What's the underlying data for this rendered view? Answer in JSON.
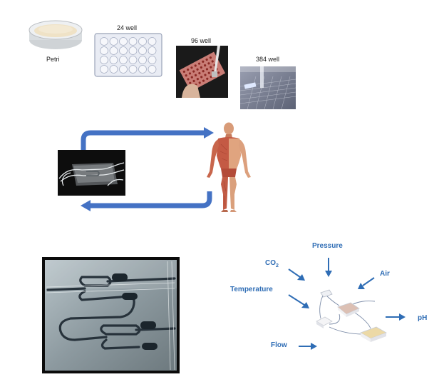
{
  "culture_formats": {
    "petri_label": "Petri",
    "well24_label": "24 well",
    "well96_label": "96 well",
    "well384_label": "384 well"
  },
  "parameters": {
    "pressure": "Pressure",
    "co2_main": "CO",
    "co2_sub": "2",
    "air": "Air",
    "temperature": "Temperature",
    "ph": "pH",
    "flow": "Flow"
  },
  "colors": {
    "arrow_blue": "#4472c4",
    "label_blue": "#2f6db5",
    "channel_dark": "#27323b"
  }
}
